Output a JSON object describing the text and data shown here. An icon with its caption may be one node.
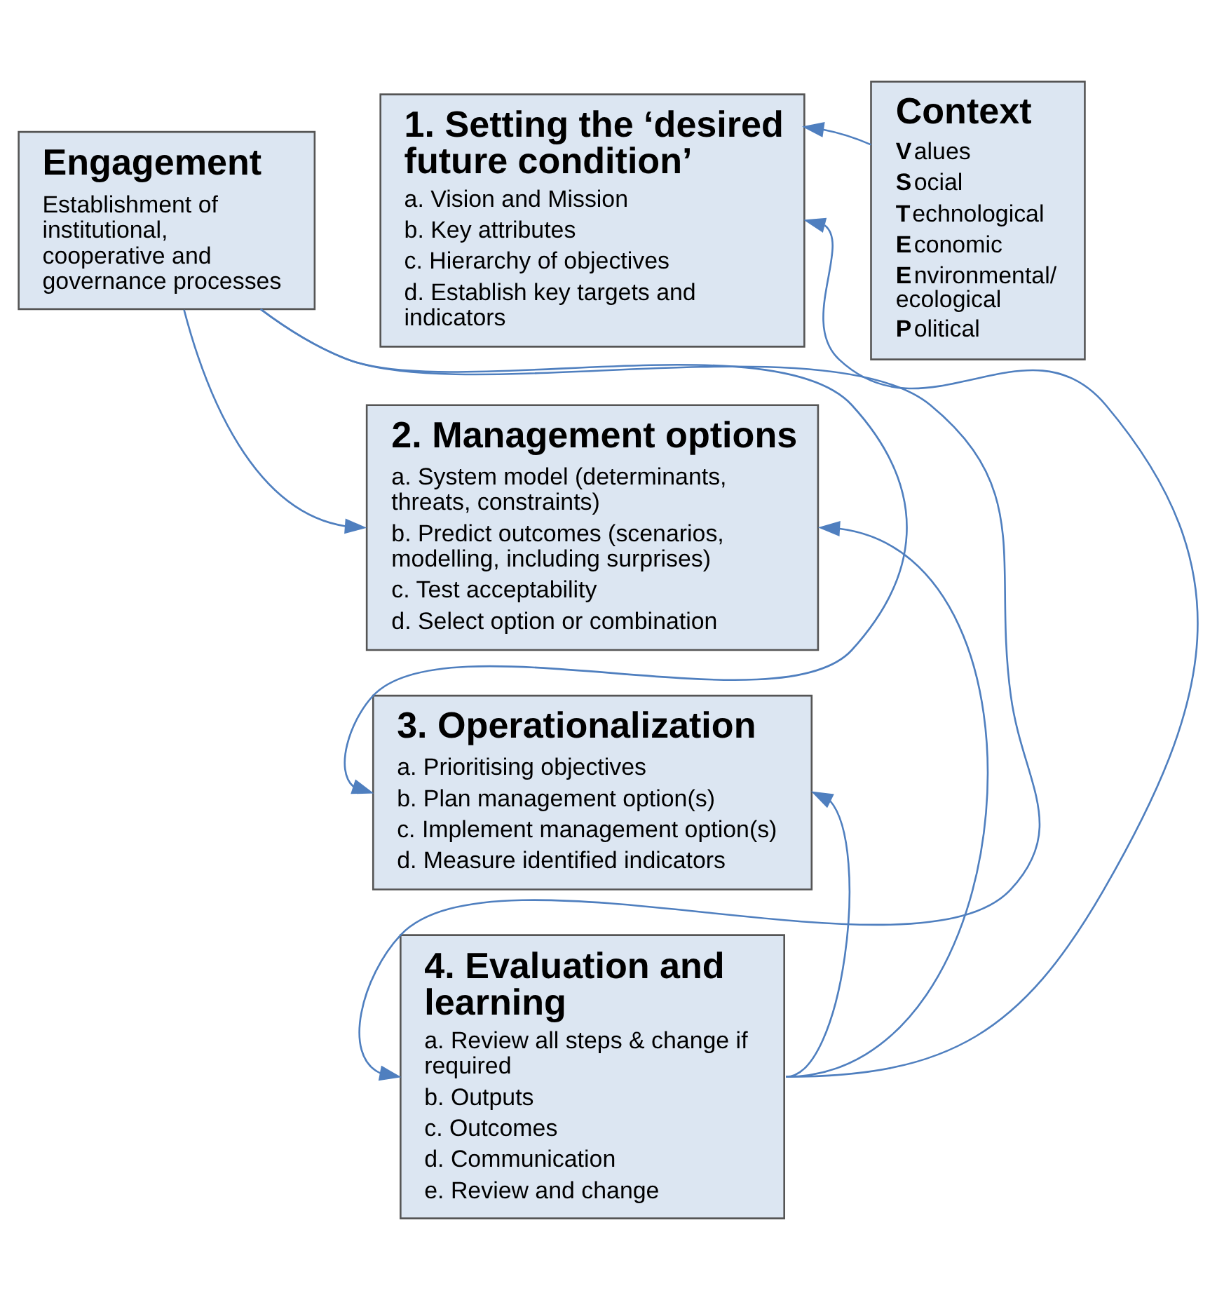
{
  "diagram": {
    "nodes": [
      {
        "text": [
          "Engagement",
          "Establishment of institutional, cooperative and governance processes"
        ]
      },
      {
        "text": [
          "1. Setting the ‘desired future condition’",
          "a. Vision and Mission",
          "b. Key attributes",
          "c. Hierarchy of objectives",
          "d. Establish key targets and indicators"
        ]
      },
      {
        "text": [
          "2. Management options",
          "a. System model (determinants, threats, constraints)",
          "b. Predict outcomes (scenarios, modelling, including surprises)",
          "c. Test acceptability",
          "d. Select option or combination"
        ]
      },
      {
        "text": [
          "3. Operationalization",
          "a. Prioritising objectives",
          "b. Plan management option(s)",
          "c. Implement management option(s)",
          "d. Measure identified indicators"
        ]
      },
      {
        "text": [
          "4. Evaluation and learning",
          "a. Review all steps & change if required",
          "b. Outputs",
          "c. Outcomes",
          "d. Communication",
          "e. Review and change"
        ]
      },
      {
        "text": [
          "Context",
          "**V**alues",
          "**S**ocial",
          "**T**echnological",
          "**E**conomic",
          "**E**nvironmental/ ecological",
          "**P**olitical"
        ]
      }
    ],
    "edges": [
      {
        "from": 5,
        "to": 1,
        "arrow": "to"
      },
      {
        "from": 0,
        "to": 2,
        "arrow": "to"
      },
      {
        "from": 0,
        "to": 3,
        "arrow": "to"
      },
      {
        "from": 0,
        "to": 4,
        "arrow": "to"
      },
      {
        "from": 4,
        "to": 3,
        "arrow": "to"
      },
      {
        "from": 4,
        "to": 2,
        "arrow": "to"
      },
      {
        "from": 4,
        "to": 1,
        "arrow": "to"
      }
    ]
  }
}
